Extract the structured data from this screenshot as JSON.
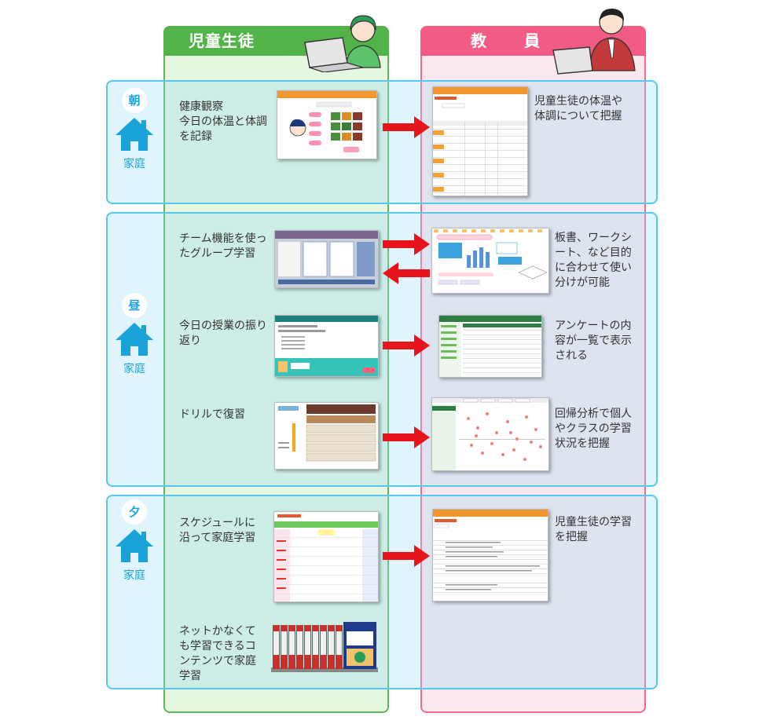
{
  "columns": {
    "student": "児童生徒",
    "teacher": "教　員"
  },
  "bands": [
    {
      "time": "朝",
      "place": "家庭"
    },
    {
      "time": "昼",
      "place": "家庭"
    },
    {
      "time": "夕",
      "place": "家庭"
    }
  ],
  "student_texts": {
    "health": "健康観察\n今日の体温と体調\nを記録",
    "team": "チーム機能を使っ\nたグループ学習",
    "reflection": "今日の授業の振り\n返り",
    "drill": "ドリルで復習",
    "schedule": "スケジュールに\n沿って家庭学習",
    "offline": "ネットかなくて\nも学習できるコ\nンテンツで家庭\n学習"
  },
  "teacher_texts": {
    "health": "児童生徒の体温や\n体調について把握",
    "board": "板書、ワークシ\nート、など目的\nに合わせて使い\n分けが可能",
    "survey": "アンケートの内\n容が一覧で表示\nされる",
    "regression": "回帰分析で個人\nやクラスの学習\n状況を把握",
    "learning": "児童生徒の学習\nを把握"
  },
  "icons": {
    "home": "house-icon",
    "arrow": "right-arrow-icon"
  },
  "colors": {
    "student_green": "#52b448",
    "teacher_pink": "#f25c84",
    "band_blue": "#55c8ee",
    "arrow_red": "#e8141c"
  }
}
